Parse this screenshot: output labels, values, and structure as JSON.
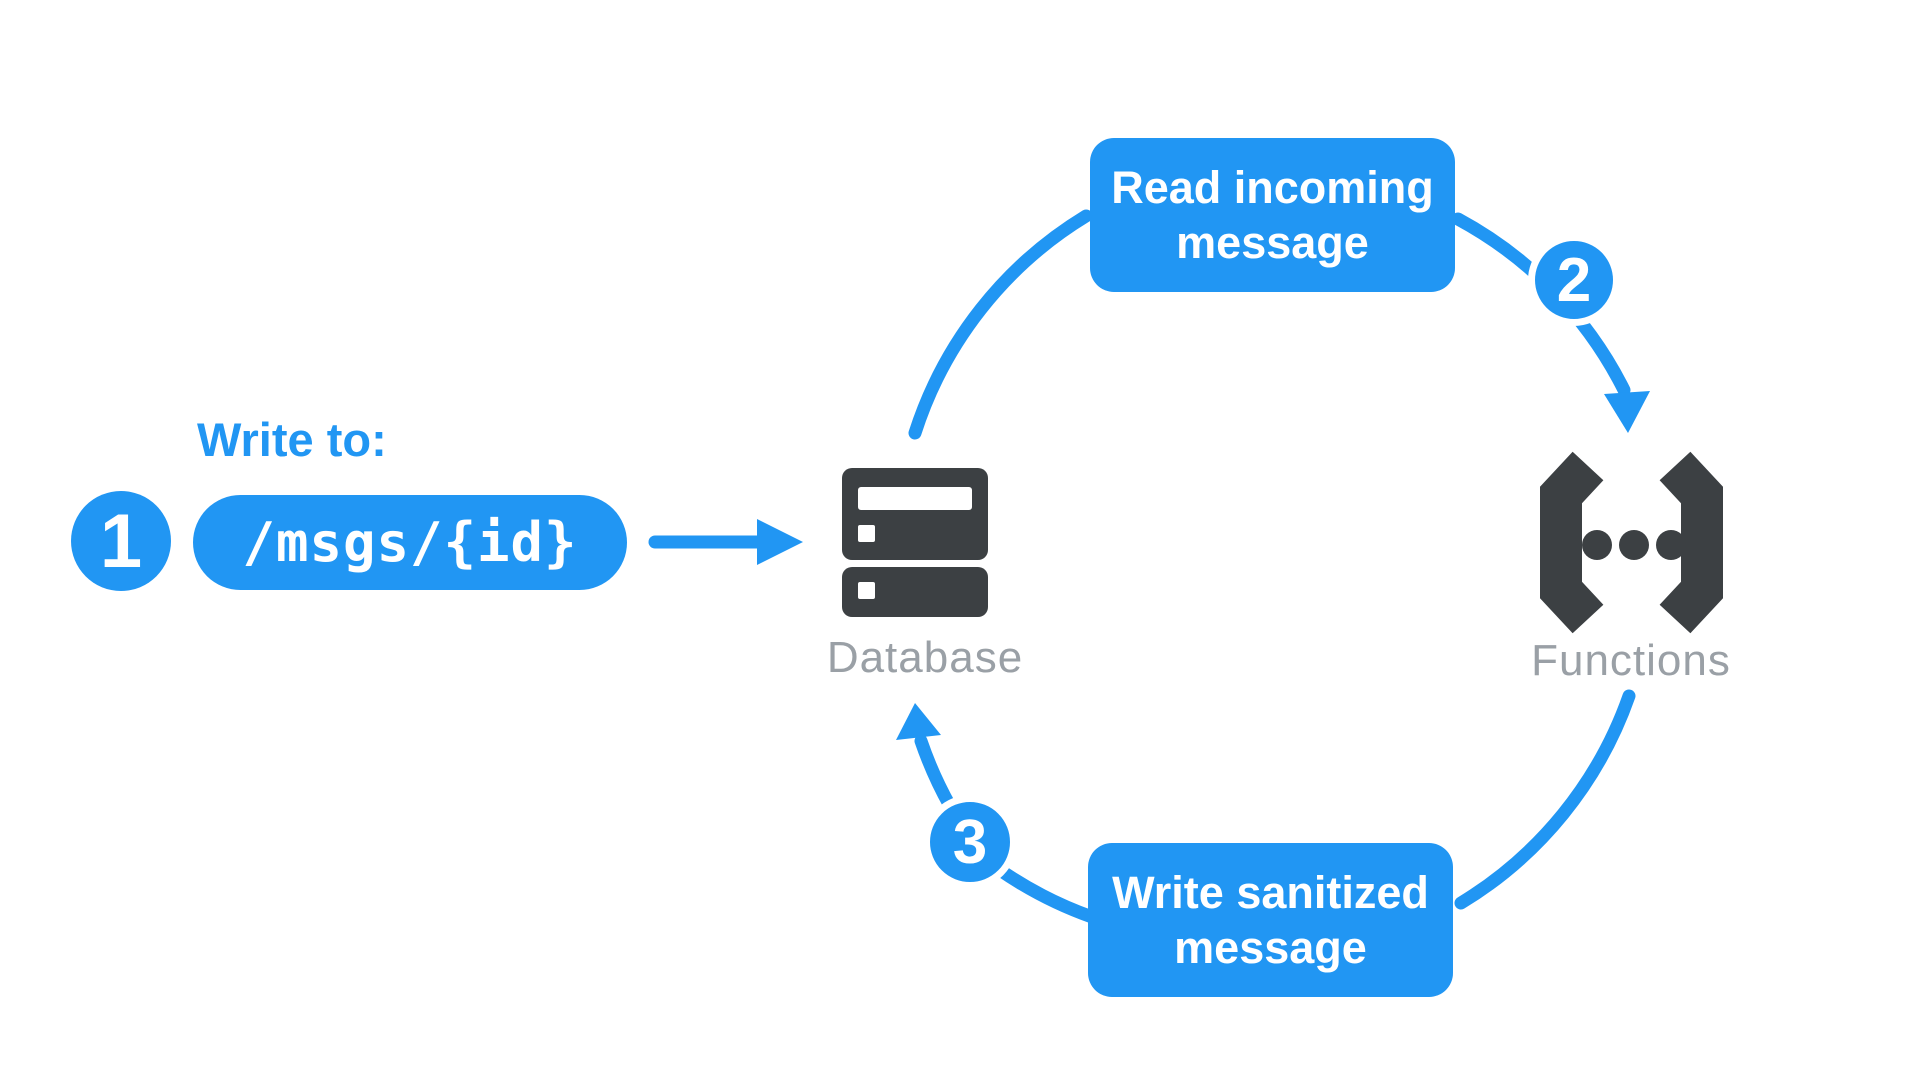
{
  "steps": [
    {
      "number": "1",
      "label": "Write to:",
      "path": "/msgs/{id}"
    },
    {
      "number": "2"
    },
    {
      "number": "3"
    }
  ],
  "actions": {
    "read": "Read incoming message",
    "write": "Write sanitized message"
  },
  "nodes": {
    "database": "Database",
    "functions": "Functions"
  },
  "icons": {
    "database": "database-server-icon",
    "functions": "code-brackets-icon",
    "arrow_write": "right-arrow-icon",
    "arrow_to_functions": "down-arrow-icon",
    "arrow_to_database": "up-arrow-icon"
  },
  "colors": {
    "blue": "#2196F3",
    "dark": "#3C4043",
    "gray": "#9AA0A6",
    "white": "#FFFFFF"
  }
}
